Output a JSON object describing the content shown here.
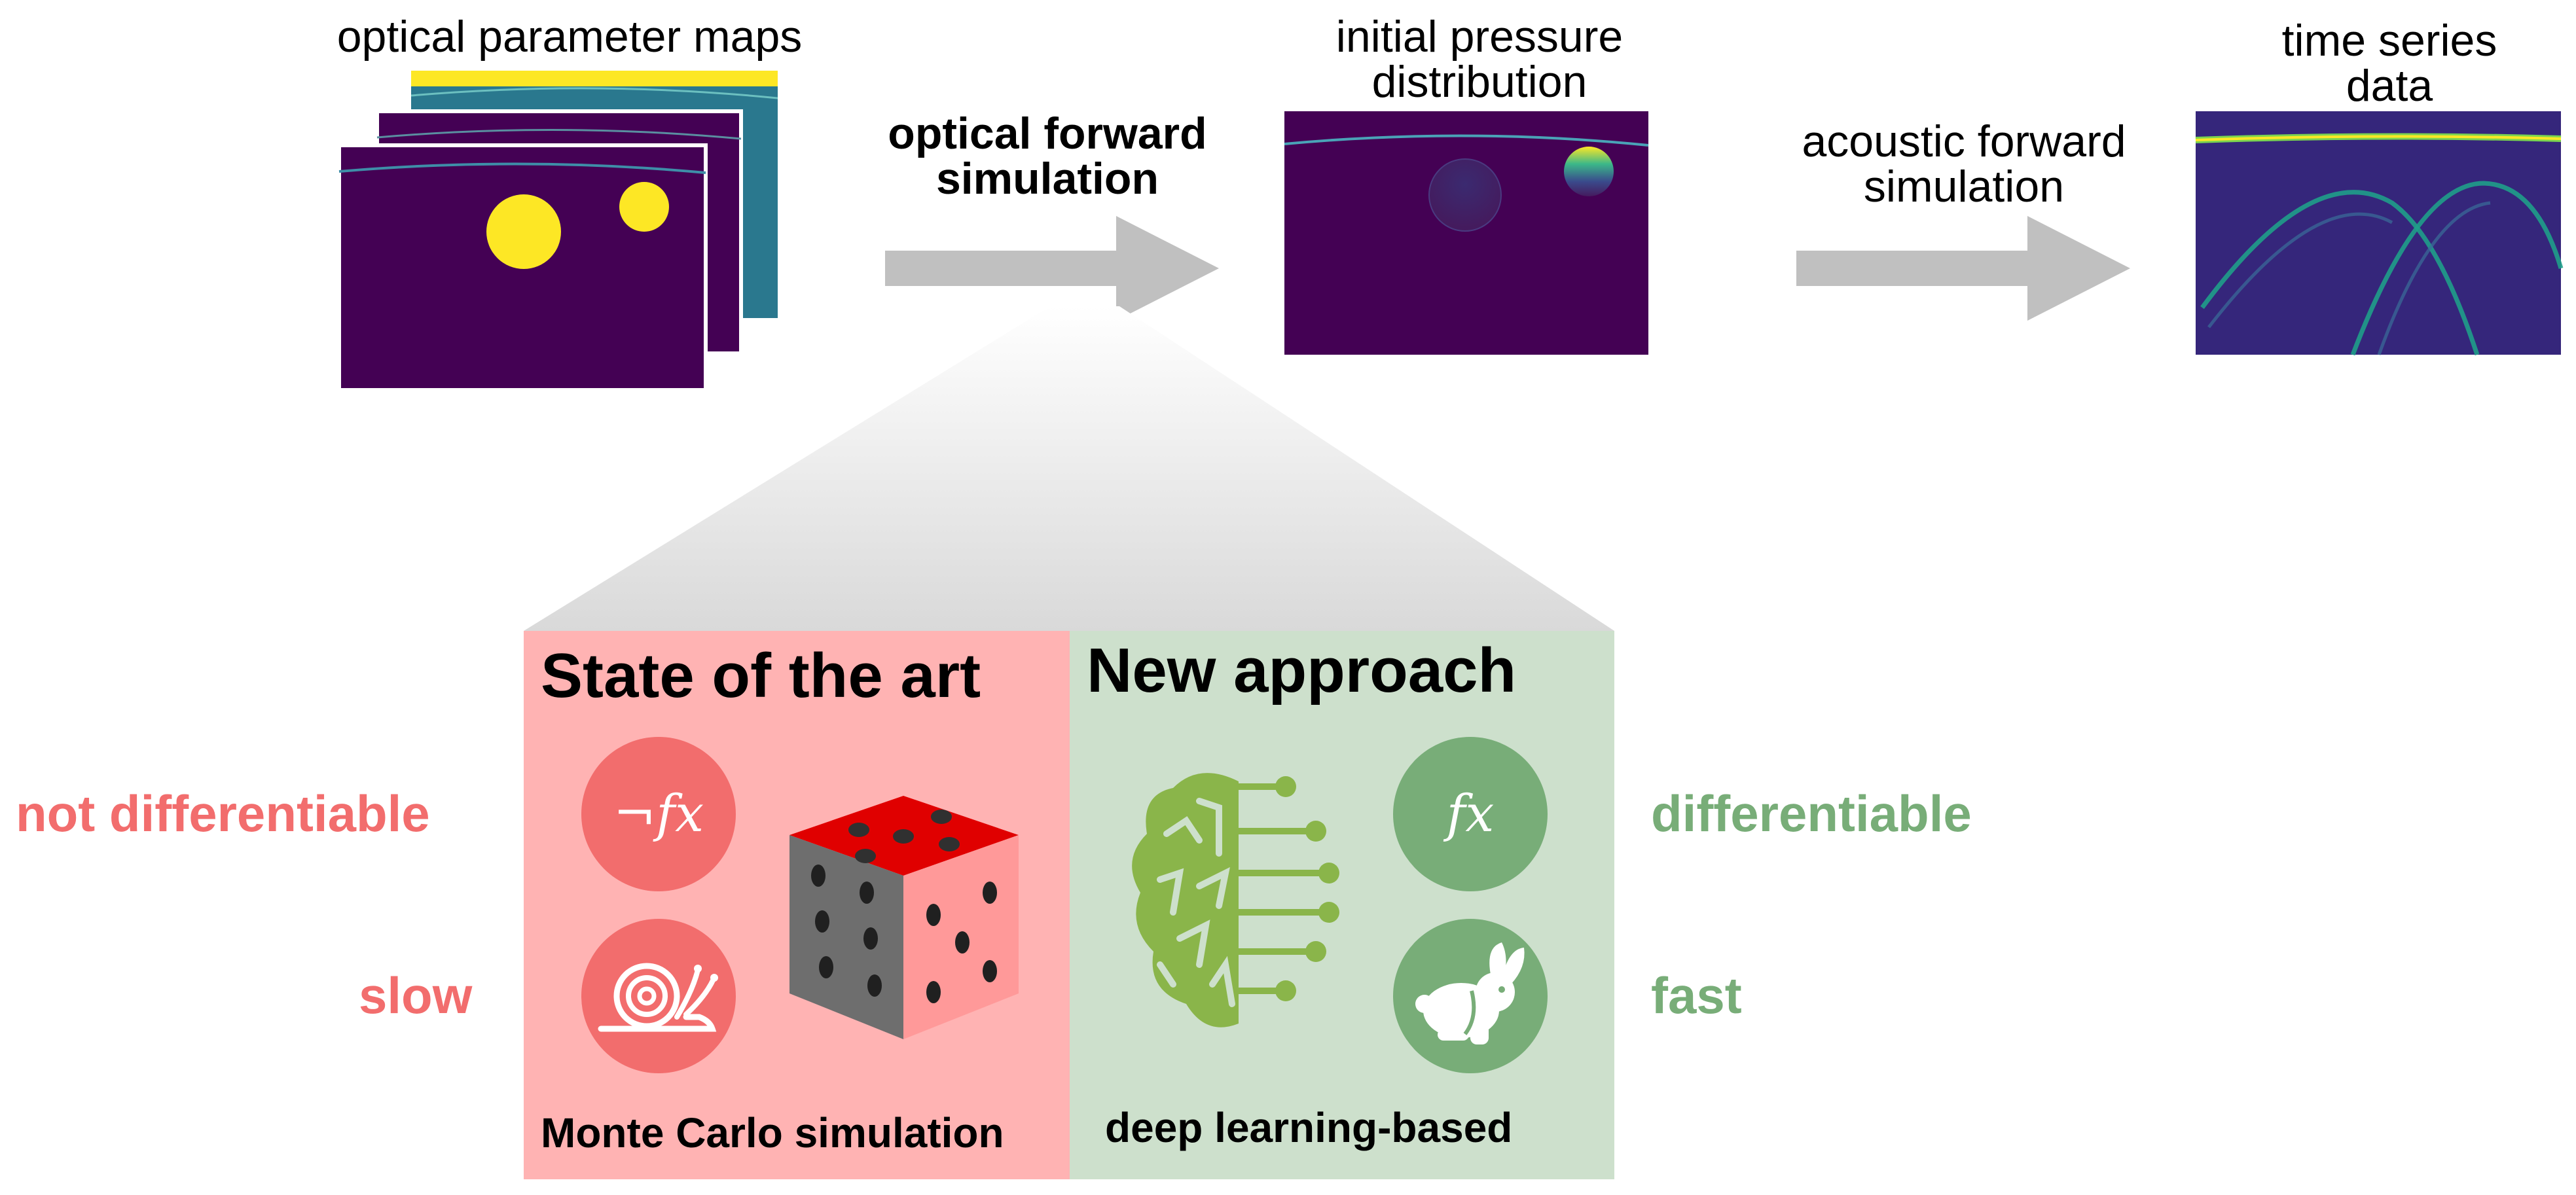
{
  "pipeline": {
    "optical_maps_label": "optical parameter maps",
    "optical_forward_label": "optical forward simulation",
    "initial_pressure_label": "initial pressure distribution",
    "acoustic_forward_label": "acoustic forward simulation",
    "time_series_label": "time series data"
  },
  "comparison": {
    "left_title": "State of the art",
    "left_caption": "Monte Carlo simulation",
    "right_title": "New approach",
    "right_caption": "deep learning-based",
    "left_side_top": "not differentiable",
    "left_side_bottom": "slow",
    "right_side_top": "differentiable",
    "right_side_bottom": "fast",
    "not_fx_symbol": "¬fx",
    "fx_symbol": "fx"
  },
  "icons": {
    "not_fx": "not-function-icon",
    "snail": "snail-icon",
    "dice": "dice-icon",
    "brain": "circuit-brain-icon",
    "fx": "function-icon",
    "rabbit": "rabbit-icon"
  },
  "colors": {
    "left_bg": "#ffb3b3",
    "right_bg": "#cde0cc",
    "left_accent": "#f26d6d",
    "right_accent": "#78ad78",
    "arrow": "#c0c0c0",
    "viridis_dark": "#440154",
    "viridis_yellow": "#fde725",
    "viridis_teal": "#2a788e"
  }
}
